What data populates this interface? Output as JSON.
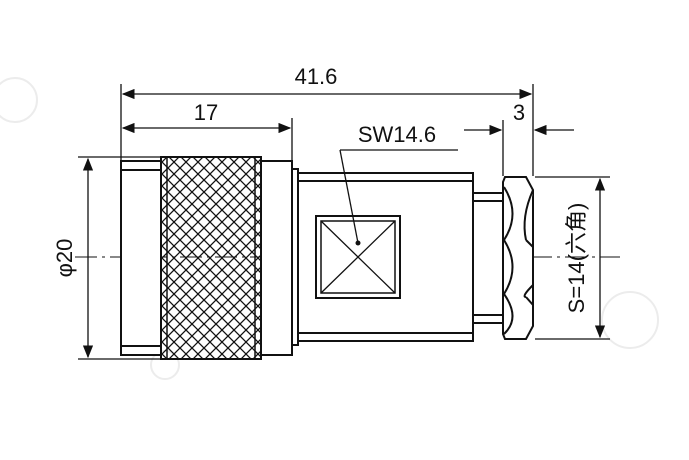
{
  "dimensions": {
    "overall_length": "41.6",
    "nut_length": "17",
    "hex_width_label": "3",
    "wrench_flat": "SW14.6",
    "diameter": "φ20",
    "hex_across_flats": "S=14(六角)"
  }
}
